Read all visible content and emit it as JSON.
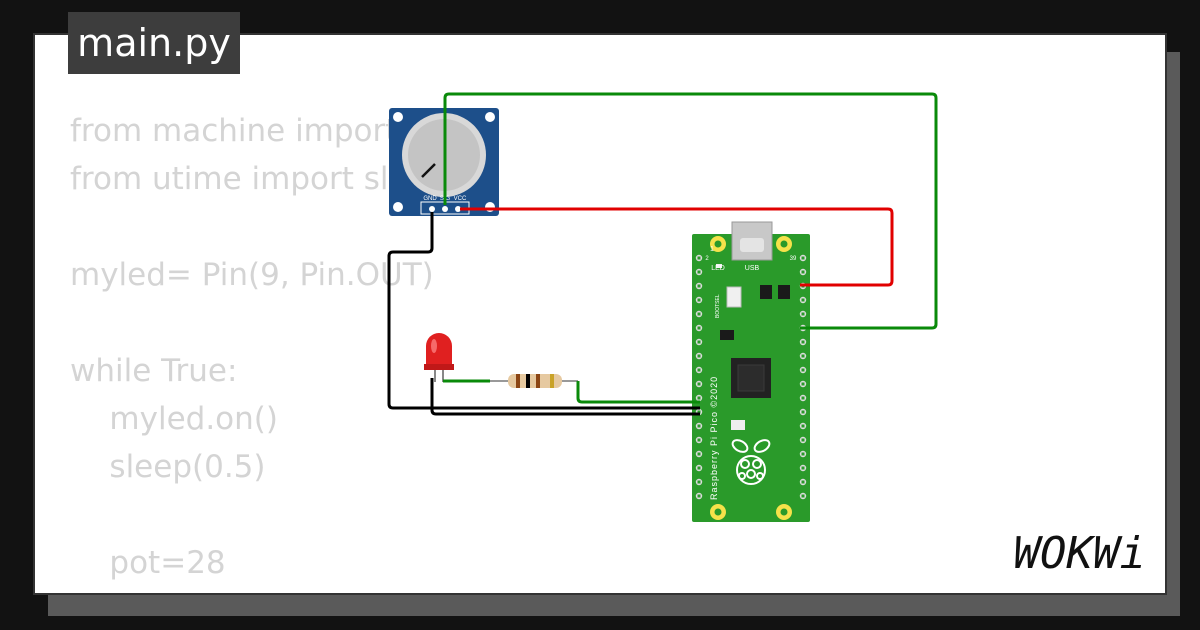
{
  "file_tab": {
    "name": "main.py"
  },
  "code_lines": [
    "from machine import",
    "from utime import sle",
    "",
    "myled= Pin(9, Pin.OUT)",
    "",
    "while True:",
    "    myled.on()",
    "    sleep(0.5)",
    "",
    "    pot=28",
    "    "
  ],
  "potentiometer": {
    "pin_gnd": "GND",
    "pin_sig": "SIG",
    "pin_vcc": "VCC"
  },
  "pico": {
    "label_led": "LED",
    "label_usb": "USB",
    "label_bootsel": "BOOTSEL",
    "board_name": "Raspberry Pi Pico ©2020",
    "pin_1": "1",
    "pin_2": "2",
    "pin_39": "39"
  },
  "brand": {
    "logo_text": "WOKWi"
  },
  "colors": {
    "wire_green": "#0a8a0a",
    "wire_red": "#e10000",
    "wire_black": "#000000",
    "pico_green": "#2a9a2a",
    "pot_blue": "#1d4f8a",
    "led_red": "#e02020"
  }
}
